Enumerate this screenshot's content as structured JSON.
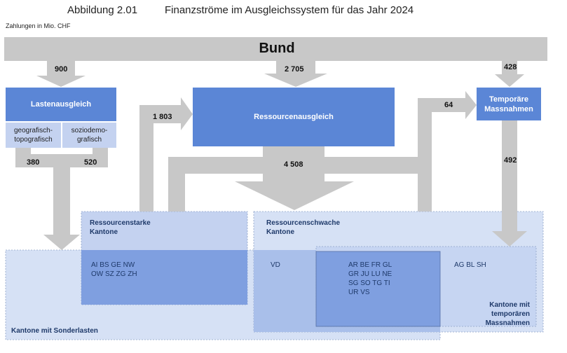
{
  "figure": {
    "label": "Abbildung 2.01",
    "title": "Finanzströme im Ausgleichssystem für das Jahr 2024",
    "unit": "Zahlungen in Mio. CHF"
  },
  "nodes": {
    "bund": "Bund",
    "lastenausgleich": "Lastenausgleich",
    "geo_topo": "geografisch-\ntopografisch",
    "sozio": "soziodemo-\ngrafisch",
    "ressourcenausgleich": "Ressourcenausgleich",
    "temporaere": "Temporäre\nMassnahmen"
  },
  "flows": {
    "bund_to_lasten": "900",
    "bund_to_ressourcen": "2 705",
    "bund_to_temp": "428",
    "starke_to_ressourcen": "1 803",
    "schwache_to_temp": "64",
    "ressourcen_to_schwache": "4 508",
    "temp_to_cantons": "492",
    "geo_topo_flow": "380",
    "sozio_flow": "520"
  },
  "regions": {
    "starke": {
      "label": "Ressourcenstarke\nKantone",
      "cantons": "AI  BS  GE  NW\nOW  SZ  ZG  ZH"
    },
    "schwache": {
      "label": "Ressourcenschwache\nKantone",
      "cantons_vd": "VD",
      "cantons_inner": "AR  BE  FR  GL\nGR  JU  LU  NE\nSG  SO  TG  TI\nUR  VS"
    },
    "temp_region": {
      "label": "Kantone mit\ntemporären\nMassnahmen",
      "cantons": "AG  BL  SH"
    },
    "sonderlasten": {
      "label": "Kantone mit Sonderlasten"
    }
  },
  "colors": {
    "flow_gray": "#c8c8c8",
    "node_blue": "#5b86d6",
    "sub_box": "#c4d2f0",
    "region_light": "#d6e1f5",
    "region_mid": "#a9bfea",
    "region_dark": "#7f9fe0"
  }
}
